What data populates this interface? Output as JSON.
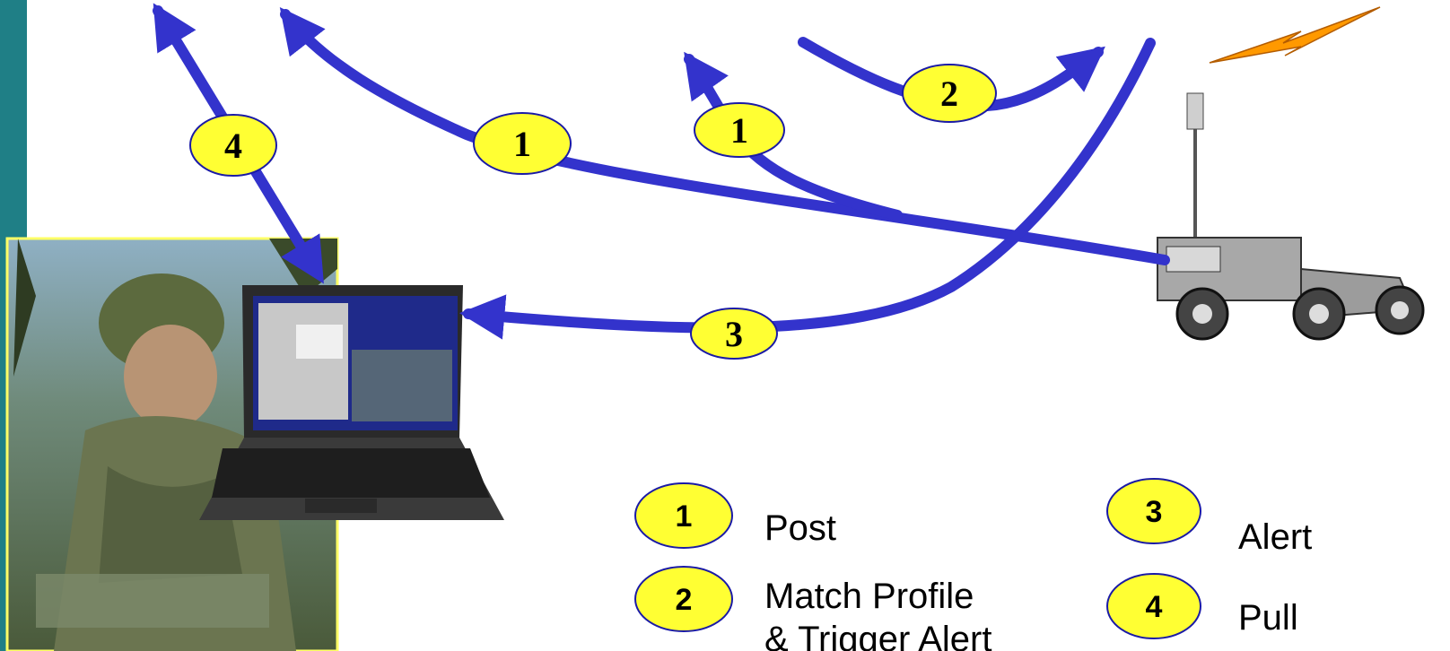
{
  "colors": {
    "left_bar": "#1f7f86",
    "arrow": "#3333cc",
    "badge_fill": "#ffff33",
    "badge_stroke": "#1a1aa6",
    "photo_border": "#ffff66",
    "bolt": "#ff9900"
  },
  "flow_badges": [
    "4",
    "1",
    "1",
    "2",
    "3"
  ],
  "legend": {
    "items": [
      {
        "num": "1",
        "label": "Post"
      },
      {
        "num": "2",
        "label": "Match Profile",
        "label2": "& Trigger Alert"
      },
      {
        "num": "3",
        "label": "Alert"
      },
      {
        "num": "4",
        "label": "Pull"
      }
    ]
  },
  "icons": {
    "soldier": "soldier-photo",
    "laptop": "laptop-icon",
    "vehicle": "humvee-icon",
    "antenna": "antenna-icon",
    "bolt": "lightning-bolt-icon"
  }
}
